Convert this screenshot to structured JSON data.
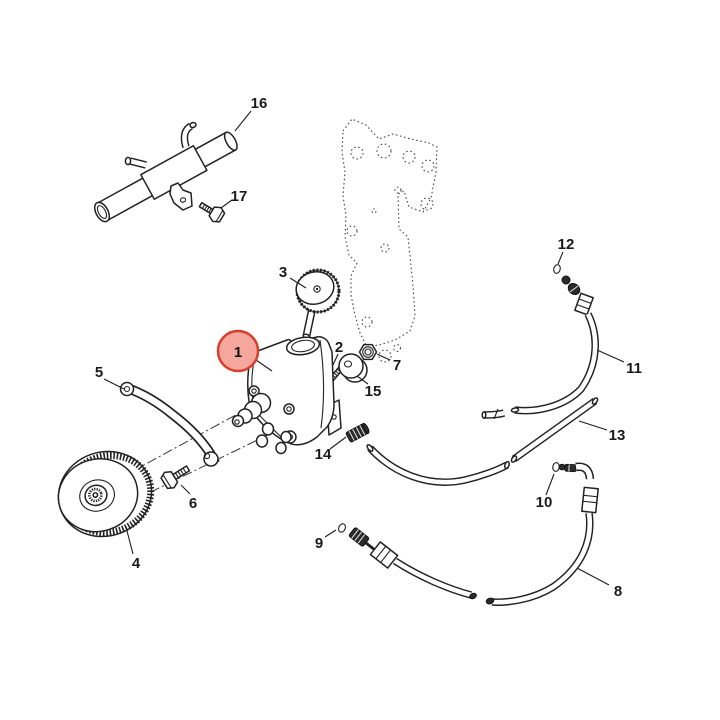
{
  "diagram": {
    "colors": {
      "background": "#ffffff",
      "line": "#222222",
      "highlight_fill": "#f5a79d",
      "highlight_stroke": "#d63f2e"
    },
    "callouts": [
      {
        "num": "1",
        "highlighted": true
      },
      {
        "num": "2",
        "highlighted": false
      },
      {
        "num": "3",
        "highlighted": false
      },
      {
        "num": "4",
        "highlighted": false
      },
      {
        "num": "5",
        "highlighted": false
      },
      {
        "num": "6",
        "highlighted": false
      },
      {
        "num": "7",
        "highlighted": false
      },
      {
        "num": "8",
        "highlighted": false
      },
      {
        "num": "9",
        "highlighted": false
      },
      {
        "num": "10",
        "highlighted": false
      },
      {
        "num": "11",
        "highlighted": false
      },
      {
        "num": "12",
        "highlighted": false
      },
      {
        "num": "13",
        "highlighted": false
      },
      {
        "num": "14",
        "highlighted": false
      },
      {
        "num": "15",
        "highlighted": false
      },
      {
        "num": "16",
        "highlighted": false
      },
      {
        "num": "17",
        "highlighted": false
      }
    ]
  }
}
